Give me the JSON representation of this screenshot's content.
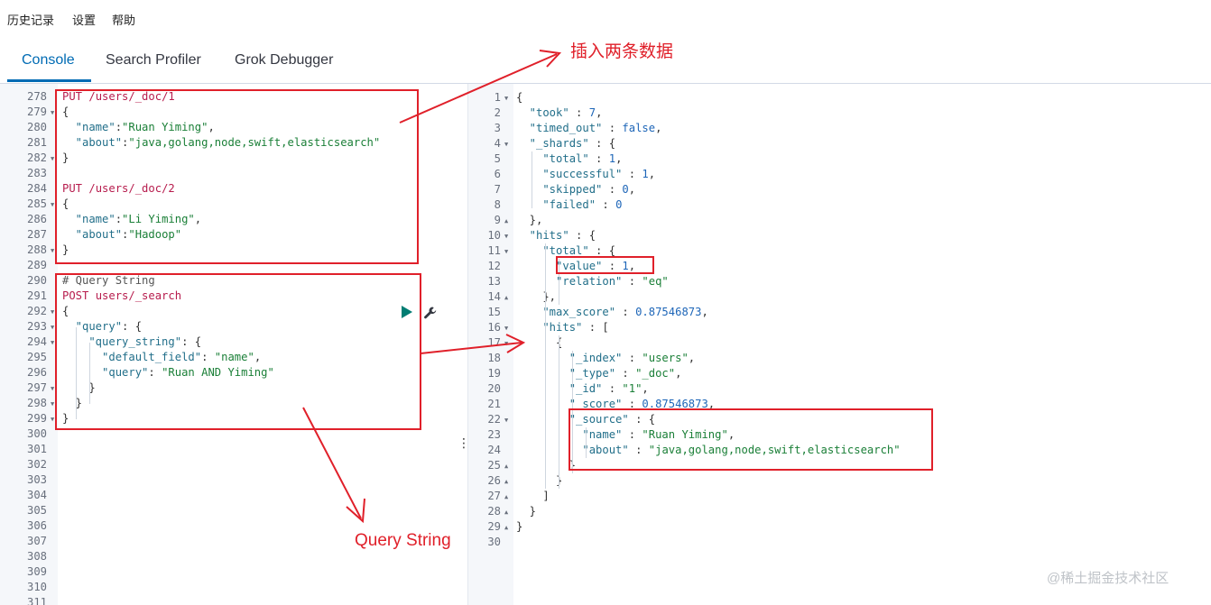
{
  "menu": [
    "历史记录",
    "设置",
    "帮助"
  ],
  "tabs": [
    "Console",
    "Search Profiler",
    "Grok Debugger"
  ],
  "annotations": {
    "insert_label": "插入两条数据",
    "query_label": "Query String"
  },
  "watermark": "@稀土掘金技术社区",
  "left_lines": [
    {
      "n": "278",
      "f": false,
      "t": [
        [
          "PUT ",
          "method"
        ],
        [
          "/users/_doc/1",
          "url"
        ]
      ]
    },
    {
      "n": "279",
      "f": true,
      "t": [
        [
          "{",
          "punc"
        ]
      ]
    },
    {
      "n": "280",
      "f": false,
      "t": [
        [
          "  \"name\"",
          "key"
        ],
        [
          ":",
          "punc"
        ],
        [
          "\"Ruan Yiming\"",
          "str"
        ],
        [
          ",",
          "punc"
        ]
      ]
    },
    {
      "n": "281",
      "f": false,
      "t": [
        [
          "  \"about\"",
          "key"
        ],
        [
          ":",
          "punc"
        ],
        [
          "\"java,golang,node,swift,elasticsearch\"",
          "str"
        ]
      ]
    },
    {
      "n": "282",
      "f": true,
      "t": [
        [
          "}",
          "punc"
        ]
      ]
    },
    {
      "n": "283",
      "f": false,
      "t": []
    },
    {
      "n": "284",
      "f": false,
      "t": [
        [
          "PUT ",
          "method"
        ],
        [
          "/users/_doc/2",
          "url"
        ]
      ]
    },
    {
      "n": "285",
      "f": true,
      "t": [
        [
          "{",
          "punc"
        ]
      ]
    },
    {
      "n": "286",
      "f": false,
      "t": [
        [
          "  \"name\"",
          "key"
        ],
        [
          ":",
          "punc"
        ],
        [
          "\"Li Yiming\"",
          "str"
        ],
        [
          ",",
          "punc"
        ]
      ]
    },
    {
      "n": "287",
      "f": false,
      "t": [
        [
          "  \"about\"",
          "key"
        ],
        [
          ":",
          "punc"
        ],
        [
          "\"Hadoop\"",
          "str"
        ]
      ]
    },
    {
      "n": "288",
      "f": true,
      "t": [
        [
          "}",
          "punc"
        ]
      ]
    },
    {
      "n": "289",
      "f": false,
      "t": []
    },
    {
      "n": "290",
      "f": false,
      "t": [
        [
          "# Query String",
          "comment"
        ]
      ]
    },
    {
      "n": "291",
      "f": false,
      "t": [
        [
          "POST ",
          "method"
        ],
        [
          "users/_search",
          "url"
        ]
      ]
    },
    {
      "n": "292",
      "f": true,
      "t": [
        [
          "{",
          "punc"
        ]
      ]
    },
    {
      "n": "293",
      "f": true,
      "t": [
        [
          "  \"query\"",
          "key"
        ],
        [
          ": {",
          "punc"
        ]
      ]
    },
    {
      "n": "294",
      "f": true,
      "t": [
        [
          "    \"query_string\"",
          "key"
        ],
        [
          ": {",
          "punc"
        ]
      ]
    },
    {
      "n": "295",
      "f": false,
      "t": [
        [
          "      \"default_field\"",
          "key"
        ],
        [
          ": ",
          "punc"
        ],
        [
          "\"name\"",
          "str"
        ],
        [
          ",",
          "punc"
        ]
      ]
    },
    {
      "n": "296",
      "f": false,
      "t": [
        [
          "      \"query\"",
          "key"
        ],
        [
          ": ",
          "punc"
        ],
        [
          "\"Ruan AND Yiming\"",
          "str"
        ]
      ]
    },
    {
      "n": "297",
      "f": true,
      "t": [
        [
          "    }",
          "punc"
        ]
      ]
    },
    {
      "n": "298",
      "f": true,
      "t": [
        [
          "  }",
          "punc"
        ]
      ]
    },
    {
      "n": "299",
      "f": true,
      "t": [
        [
          "}",
          "punc"
        ]
      ]
    },
    {
      "n": "300",
      "f": false,
      "t": []
    },
    {
      "n": "301",
      "f": false,
      "t": []
    },
    {
      "n": "302",
      "f": false,
      "t": []
    },
    {
      "n": "303",
      "f": false,
      "t": []
    },
    {
      "n": "304",
      "f": false,
      "t": []
    },
    {
      "n": "305",
      "f": false,
      "t": []
    },
    {
      "n": "306",
      "f": false,
      "t": []
    },
    {
      "n": "307",
      "f": false,
      "t": []
    },
    {
      "n": "308",
      "f": false,
      "t": []
    },
    {
      "n": "309",
      "f": false,
      "t": []
    },
    {
      "n": "310",
      "f": false,
      "t": []
    },
    {
      "n": "311",
      "f": false,
      "t": []
    }
  ],
  "right_lines": [
    {
      "n": "1",
      "f": "down",
      "t": [
        [
          "{",
          "punc"
        ]
      ]
    },
    {
      "n": "2",
      "f": "",
      "t": [
        [
          "  \"took\"",
          "key"
        ],
        [
          " : ",
          "punc"
        ],
        [
          "7",
          "num"
        ],
        [
          ",",
          "punc"
        ]
      ]
    },
    {
      "n": "3",
      "f": "",
      "t": [
        [
          "  \"timed_out\"",
          "key"
        ],
        [
          " : ",
          "punc"
        ],
        [
          "false",
          "bool"
        ],
        [
          ",",
          "punc"
        ]
      ]
    },
    {
      "n": "4",
      "f": "down",
      "t": [
        [
          "  \"_shards\"",
          "key"
        ],
        [
          " : {",
          "punc"
        ]
      ]
    },
    {
      "n": "5",
      "f": "",
      "t": [
        [
          "    \"total\"",
          "key"
        ],
        [
          " : ",
          "punc"
        ],
        [
          "1",
          "num"
        ],
        [
          ",",
          "punc"
        ]
      ]
    },
    {
      "n": "6",
      "f": "",
      "t": [
        [
          "    \"successful\"",
          "key"
        ],
        [
          " : ",
          "punc"
        ],
        [
          "1",
          "num"
        ],
        [
          ",",
          "punc"
        ]
      ]
    },
    {
      "n": "7",
      "f": "",
      "t": [
        [
          "    \"skipped\"",
          "key"
        ],
        [
          " : ",
          "punc"
        ],
        [
          "0",
          "num"
        ],
        [
          ",",
          "punc"
        ]
      ]
    },
    {
      "n": "8",
      "f": "",
      "t": [
        [
          "    \"failed\"",
          "key"
        ],
        [
          " : ",
          "punc"
        ],
        [
          "0",
          "num"
        ]
      ]
    },
    {
      "n": "9",
      "f": "up",
      "t": [
        [
          "  },",
          "punc"
        ]
      ]
    },
    {
      "n": "10",
      "f": "down",
      "t": [
        [
          "  \"hits\"",
          "key"
        ],
        [
          " : {",
          "punc"
        ]
      ]
    },
    {
      "n": "11",
      "f": "down",
      "t": [
        [
          "    \"total\"",
          "key"
        ],
        [
          " : {",
          "punc"
        ]
      ]
    },
    {
      "n": "12",
      "f": "",
      "t": [
        [
          "      \"value\"",
          "key"
        ],
        [
          " : ",
          "punc"
        ],
        [
          "1",
          "num"
        ],
        [
          ",",
          "punc"
        ]
      ]
    },
    {
      "n": "13",
      "f": "",
      "t": [
        [
          "      \"relation\"",
          "key"
        ],
        [
          " : ",
          "punc"
        ],
        [
          "\"eq\"",
          "str"
        ]
      ]
    },
    {
      "n": "14",
      "f": "up",
      "t": [
        [
          "    },",
          "punc"
        ]
      ]
    },
    {
      "n": "15",
      "f": "",
      "t": [
        [
          "    \"max_score\"",
          "key"
        ],
        [
          " : ",
          "punc"
        ],
        [
          "0.87546873",
          "num"
        ],
        [
          ",",
          "punc"
        ]
      ]
    },
    {
      "n": "16",
      "f": "down",
      "t": [
        [
          "    \"hits\"",
          "key"
        ],
        [
          " : [",
          "punc"
        ]
      ]
    },
    {
      "n": "17",
      "f": "down",
      "t": [
        [
          "      {",
          "punc"
        ]
      ]
    },
    {
      "n": "18",
      "f": "",
      "t": [
        [
          "        \"_index\"",
          "key"
        ],
        [
          " : ",
          "punc"
        ],
        [
          "\"users\"",
          "str"
        ],
        [
          ",",
          "punc"
        ]
      ]
    },
    {
      "n": "19",
      "f": "",
      "t": [
        [
          "        \"_type\"",
          "key"
        ],
        [
          " : ",
          "punc"
        ],
        [
          "\"_doc\"",
          "str"
        ],
        [
          ",",
          "punc"
        ]
      ]
    },
    {
      "n": "20",
      "f": "",
      "t": [
        [
          "        \"_id\"",
          "key"
        ],
        [
          " : ",
          "punc"
        ],
        [
          "\"1\"",
          "str"
        ],
        [
          ",",
          "punc"
        ]
      ]
    },
    {
      "n": "21",
      "f": "",
      "t": [
        [
          "        \"_score\"",
          "key"
        ],
        [
          " : ",
          "punc"
        ],
        [
          "0.87546873",
          "num"
        ],
        [
          ",",
          "punc"
        ]
      ]
    },
    {
      "n": "22",
      "f": "down",
      "t": [
        [
          "        \"_source\"",
          "key"
        ],
        [
          " : {",
          "punc"
        ]
      ]
    },
    {
      "n": "23",
      "f": "",
      "t": [
        [
          "          \"name\"",
          "key"
        ],
        [
          " : ",
          "punc"
        ],
        [
          "\"Ruan Yiming\"",
          "str"
        ],
        [
          ",",
          "punc"
        ]
      ]
    },
    {
      "n": "24",
      "f": "",
      "t": [
        [
          "          \"about\"",
          "key"
        ],
        [
          " : ",
          "punc"
        ],
        [
          "\"java,golang,node,swift,elasticsearch\"",
          "str"
        ]
      ]
    },
    {
      "n": "25",
      "f": "up",
      "t": [
        [
          "        }",
          "punc"
        ]
      ]
    },
    {
      "n": "26",
      "f": "up",
      "t": [
        [
          "      }",
          "punc"
        ]
      ]
    },
    {
      "n": "27",
      "f": "up",
      "t": [
        [
          "    ]",
          "punc"
        ]
      ]
    },
    {
      "n": "28",
      "f": "up",
      "t": [
        [
          "  }",
          "punc"
        ]
      ]
    },
    {
      "n": "29",
      "f": "up",
      "t": [
        [
          "}",
          "punc"
        ]
      ]
    },
    {
      "n": "30",
      "f": "",
      "t": []
    }
  ]
}
